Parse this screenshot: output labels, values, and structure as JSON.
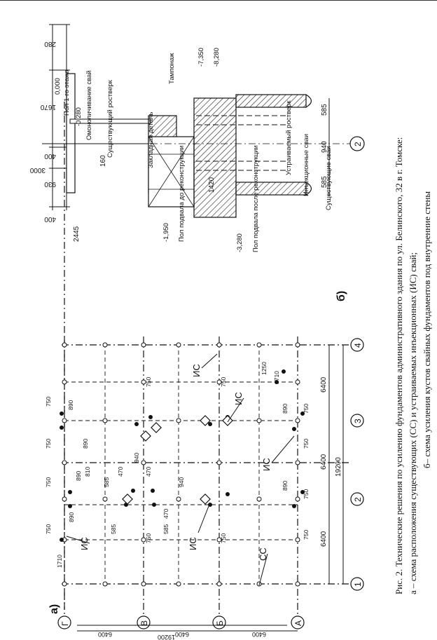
{
  "caption": {
    "line1": "Рис. 2. Технические решения по усилению фундаментов административного здания по ул. Белинского, 32 в г. Томске:",
    "line2": "а – схема расположения существующих (СС) и устраиваемых инъекционных (ИС) свай;",
    "line3": "б– схема усиления кустов свайных фундаментов под внутренние стены"
  },
  "plan_a": {
    "label": "а)",
    "axes_numeric": [
      "1",
      "2",
      "3",
      "4"
    ],
    "axes_letter": [
      "А",
      "Б",
      "В",
      "Г"
    ],
    "dim_total_x": "19200",
    "dim_bays_x": [
      "6400",
      "6400",
      "6400"
    ],
    "dim_total_y": "19200",
    "dim_bays_y": [
      "6400",
      "6400",
      "6400"
    ],
    "pile_label_is": "ИС",
    "pile_label_ss": "СС",
    "dims": {
      "d750": "750",
      "d890": "890",
      "d1710": "1710",
      "d810": "810",
      "d585": "585",
      "d470": "470",
      "d940": "940",
      "d250": "1250"
    }
  },
  "section_b": {
    "label": "б)",
    "elev_floor": "0,000",
    "floor_label": "Пол 1-го этажа",
    "elev_m0280": "-0,280",
    "elev_m1950": "-1,950",
    "basement_before": "Пол подвала до реконструкции",
    "elev_m3280": "-3,280",
    "basement_after": "Пол подвала после реконструкции",
    "elev_m7350": "-7,350",
    "elev_m8280": "-8,280",
    "existing_cap": "Существующий ростверк",
    "monolith": "Омоноличивание свай",
    "embedded": "Закладная деталь",
    "tamponage": "Тампонаж",
    "new_cap": "Устраиваемый ростверк",
    "injection_piles": "Инъекционные сваи",
    "existing_piles": "Существующие сваи",
    "axis": "2",
    "dims": {
      "d3000": "3000",
      "d280": "280",
      "d1670": "1670",
      "d400a": "400",
      "d930": "930",
      "d400b": "400",
      "d160": "160",
      "d1420": "1420",
      "d2445": "2445",
      "d585a": "585",
      "d940": "940",
      "d585b": "585"
    }
  }
}
